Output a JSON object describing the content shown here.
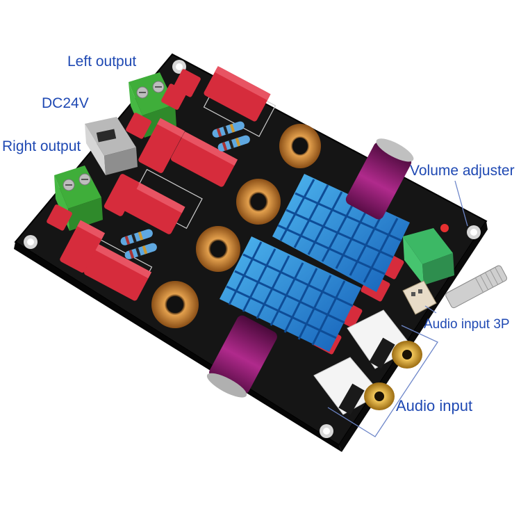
{
  "labels": {
    "left_output": "Left output",
    "dc24v": "DC24V",
    "right_output": "Right output",
    "volume_adjuster": "Volume adjuster",
    "audio_input_3p": "Audio input 3P",
    "audio_input": "Audio input"
  },
  "colors": {
    "callout_text": "#1f49b3",
    "callout_line": "#6d86c9",
    "pcb": "#121212",
    "capacitor_red": "#d62c3c",
    "terminal_green": "#3fae3a",
    "heatsink_blue": "#1f86d8",
    "inductor_copper": "#c27a2a",
    "electrolytic_purple": "#8c1b6e",
    "rca_gold": "#d9a42a"
  }
}
